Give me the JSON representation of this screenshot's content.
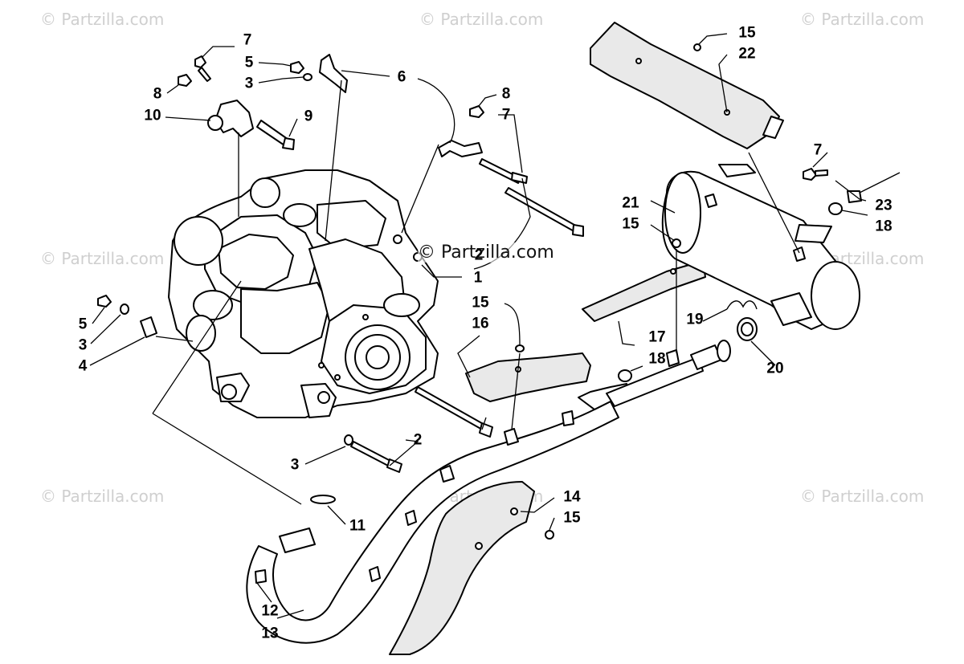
{
  "watermark": {
    "text": "© Partzilla.com",
    "center_text": "© Partzilla.com"
  },
  "callouts": [
    {
      "id": "c1",
      "label": "1"
    },
    {
      "id": "c2a",
      "label": "2"
    },
    {
      "id": "c2b",
      "label": "2"
    },
    {
      "id": "c3a",
      "label": "3"
    },
    {
      "id": "c3b",
      "label": "3"
    },
    {
      "id": "c3c",
      "label": "3"
    },
    {
      "id": "c4",
      "label": "4"
    },
    {
      "id": "c5a",
      "label": "5"
    },
    {
      "id": "c5b",
      "label": "5"
    },
    {
      "id": "c6",
      "label": "6"
    },
    {
      "id": "c7a",
      "label": "7"
    },
    {
      "id": "c7b",
      "label": "7"
    },
    {
      "id": "c7c",
      "label": "7"
    },
    {
      "id": "c8a",
      "label": "8"
    },
    {
      "id": "c8b",
      "label": "8"
    },
    {
      "id": "c9",
      "label": "9"
    },
    {
      "id": "c10",
      "label": "10"
    },
    {
      "id": "c11",
      "label": "11"
    },
    {
      "id": "c12",
      "label": "12"
    },
    {
      "id": "c13",
      "label": "13"
    },
    {
      "id": "c14",
      "label": "14"
    },
    {
      "id": "c15a",
      "label": "15"
    },
    {
      "id": "c15b",
      "label": "15"
    },
    {
      "id": "c15c",
      "label": "15"
    },
    {
      "id": "c15d",
      "label": "15"
    },
    {
      "id": "c16",
      "label": "16"
    },
    {
      "id": "c17",
      "label": "17"
    },
    {
      "id": "c18a",
      "label": "18"
    },
    {
      "id": "c18b",
      "label": "18"
    },
    {
      "id": "c19",
      "label": "19"
    },
    {
      "id": "c20",
      "label": "20"
    },
    {
      "id": "c21",
      "label": "21"
    },
    {
      "id": "c22",
      "label": "22"
    },
    {
      "id": "c23",
      "label": "23"
    }
  ]
}
